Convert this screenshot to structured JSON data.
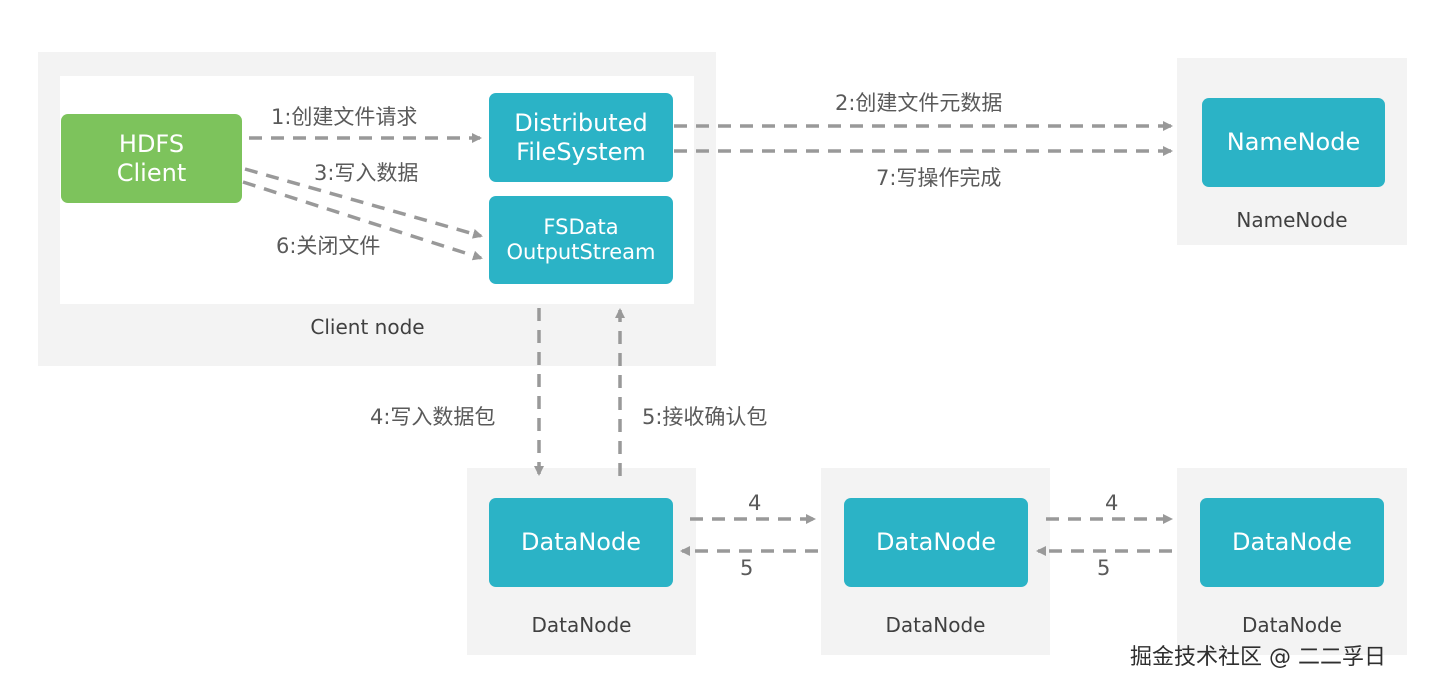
{
  "boxes": {
    "hdfs_client": "HDFS\nClient",
    "distributed_fs": "Distributed\nFileSystem",
    "fsdata_output": "FSData\nOutputStream",
    "namenode": "NameNode",
    "datanode_1": "DataNode",
    "datanode_2": "DataNode",
    "datanode_3": "DataNode"
  },
  "captions": {
    "client_node": "Client node",
    "namenode": "NameNode",
    "datanode_1": "DataNode",
    "datanode_2": "DataNode",
    "datanode_3": "DataNode"
  },
  "arrow_labels": {
    "step1": "1:创建文件请求",
    "step2": "2:创建文件元数据",
    "step3": "3:写入数据",
    "step4": "4:写入数据包",
    "step5": "5:接收确认包",
    "step6": "6:关闭文件",
    "step7": "7:写操作完成",
    "dn_4a": "4",
    "dn_5a": "5",
    "dn_4b": "4",
    "dn_5b": "5"
  },
  "watermark": "掘金技术社区 @ 二二孚日",
  "colors": {
    "green_box": "#7dc35c",
    "teal_box": "#2bb3c6",
    "panel": "#f3f3f3",
    "arrow": "#999999"
  }
}
